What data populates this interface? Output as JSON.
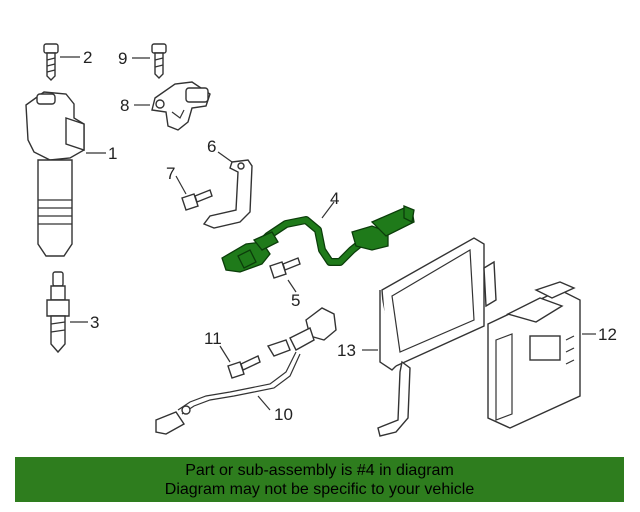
{
  "diagram": {
    "callouts": {
      "c1": "1",
      "c2": "2",
      "c3": "3",
      "c4": "4",
      "c5": "5",
      "c6": "6",
      "c7": "7",
      "c8": "8",
      "c9": "9",
      "c10": "10",
      "c11": "11",
      "c12": "12",
      "c13": "13"
    },
    "highlighted_part": "4",
    "colors": {
      "highlight": "#1f7a1a",
      "banner": "#2e7d1e",
      "outline": "#333333"
    }
  },
  "banner": {
    "line1": "Part or sub-assembly is #4 in diagram",
    "line2": "Diagram may not be specific to your vehicle"
  }
}
